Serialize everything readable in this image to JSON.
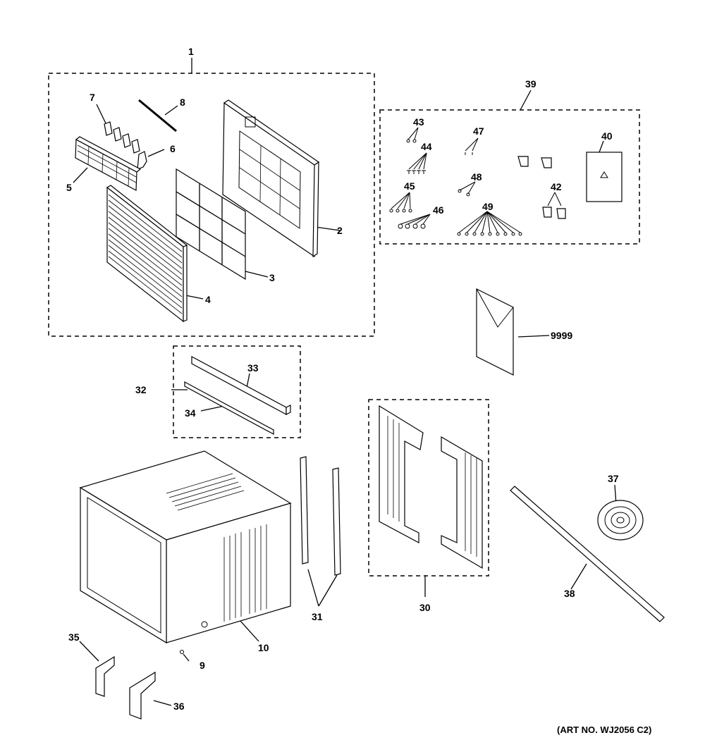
{
  "diagram": {
    "art_number": "(ART NO. WJ2056 C2)",
    "callouts": [
      {
        "id": "c1",
        "text": "1"
      },
      {
        "id": "c2",
        "text": "2"
      },
      {
        "id": "c3",
        "text": "3"
      },
      {
        "id": "c4",
        "text": "4"
      },
      {
        "id": "c5",
        "text": "5"
      },
      {
        "id": "c6",
        "text": "6"
      },
      {
        "id": "c7",
        "text": "7"
      },
      {
        "id": "c8",
        "text": "8"
      },
      {
        "id": "c9",
        "text": "9"
      },
      {
        "id": "c10",
        "text": "10"
      },
      {
        "id": "c30",
        "text": "30"
      },
      {
        "id": "c31",
        "text": "31"
      },
      {
        "id": "c32",
        "text": "32"
      },
      {
        "id": "c33",
        "text": "33"
      },
      {
        "id": "c34",
        "text": "34"
      },
      {
        "id": "c35",
        "text": "35"
      },
      {
        "id": "c36",
        "text": "36"
      },
      {
        "id": "c37",
        "text": "37"
      },
      {
        "id": "c38",
        "text": "38"
      },
      {
        "id": "c39",
        "text": "39"
      },
      {
        "id": "c40",
        "text": "40"
      },
      {
        "id": "c42",
        "text": "42"
      },
      {
        "id": "c43",
        "text": "43"
      },
      {
        "id": "c44",
        "text": "44"
      },
      {
        "id": "c45",
        "text": "45"
      },
      {
        "id": "c46",
        "text": "46"
      },
      {
        "id": "c47",
        "text": "47"
      },
      {
        "id": "c48",
        "text": "48"
      },
      {
        "id": "c49",
        "text": "49"
      },
      {
        "id": "c9999",
        "text": "9999"
      }
    ]
  }
}
